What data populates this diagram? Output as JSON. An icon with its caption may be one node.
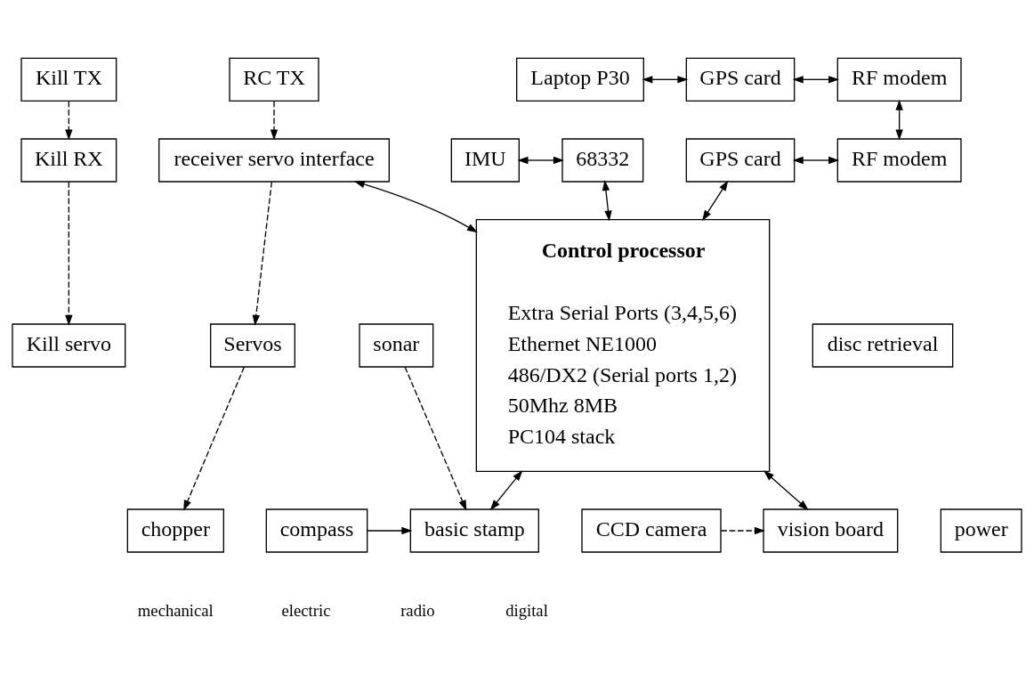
{
  "diagram": {
    "nodes": [
      {
        "text": [
          "Kill TX"
        ]
      },
      {
        "text": [
          "RC TX"
        ]
      },
      {
        "text": [
          "Laptop P30"
        ]
      },
      {
        "text": [
          "GPS card"
        ]
      },
      {
        "text": [
          "RF modem"
        ]
      },
      {
        "text": [
          "Kill RX"
        ]
      },
      {
        "text": [
          "IMU"
        ]
      },
      {
        "text": [
          "68332"
        ]
      },
      {
        "text": [
          "GPS card"
        ]
      },
      {
        "text": [
          "RF modem"
        ]
      },
      {
        "text": [
          "Kill servo"
        ]
      },
      {
        "text": [
          "Control processor",
          "Extra Serial Ports (3,4,5,6)",
          "Ethernet NE1000",
          "486/DX2 (Serial ports 1,2)",
          "50Mhz 8MB",
          "PC104 stack"
        ]
      },
      {
        "text": [
          "CCD camera"
        ]
      },
      {
        "text": [
          "receiver servo interface"
        ]
      },
      {
        "text": [
          "vision board"
        ]
      },
      {
        "text": [
          "sonar"
        ]
      },
      {
        "text": [
          "disc retrieval"
        ]
      },
      {
        "text": [
          "Servos"
        ]
      },
      {
        "text": [
          "basic stamp"
        ]
      },
      {
        "text": [
          "compass"
        ]
      },
      {
        "text": [
          "chopper"
        ]
      },
      {
        "text": [
          "power"
        ]
      }
    ],
    "edges": [
      {
        "from": 0,
        "to": 5,
        "arrow": "to",
        "style": "dashed"
      },
      {
        "from": 5,
        "to": 10,
        "arrow": "to",
        "style": "dashed"
      },
      {
        "from": 1,
        "to": 13,
        "arrow": "to",
        "style": "dashed"
      },
      {
        "from": 2,
        "to": 3,
        "arrow": "both"
      },
      {
        "from": 3,
        "to": 4,
        "arrow": "both"
      },
      {
        "from": 4,
        "to": 9,
        "arrow": "both"
      },
      {
        "from": 6,
        "to": 7,
        "arrow": "both"
      },
      {
        "from": 7,
        "to": 11,
        "arrow": "both"
      },
      {
        "from": 8,
        "to": 11,
        "arrow": "both"
      },
      {
        "from": 8,
        "to": 9,
        "arrow": "both"
      },
      {
        "from": 12,
        "to": 14,
        "arrow": "to",
        "style": "dashed"
      },
      {
        "from": 11,
        "to": 14,
        "arrow": "both"
      },
      {
        "from": 13,
        "to": 11,
        "arrow": "both"
      },
      {
        "from": 13,
        "to": 17,
        "arrow": "to",
        "style": "dashed"
      },
      {
        "from": 17,
        "to": 20,
        "arrow": "to",
        "style": "dashed"
      },
      {
        "from": 15,
        "to": 18,
        "arrow": "to",
        "style": "dashed"
      },
      {
        "from": 11,
        "to": 18,
        "arrow": "both"
      },
      {
        "from": 19,
        "to": 18,
        "arrow": "to"
      }
    ],
    "legend": [
      {
        "text": "mechanical"
      },
      {
        "text": "electric"
      },
      {
        "text": "radio"
      },
      {
        "text": "digital"
      }
    ]
  }
}
